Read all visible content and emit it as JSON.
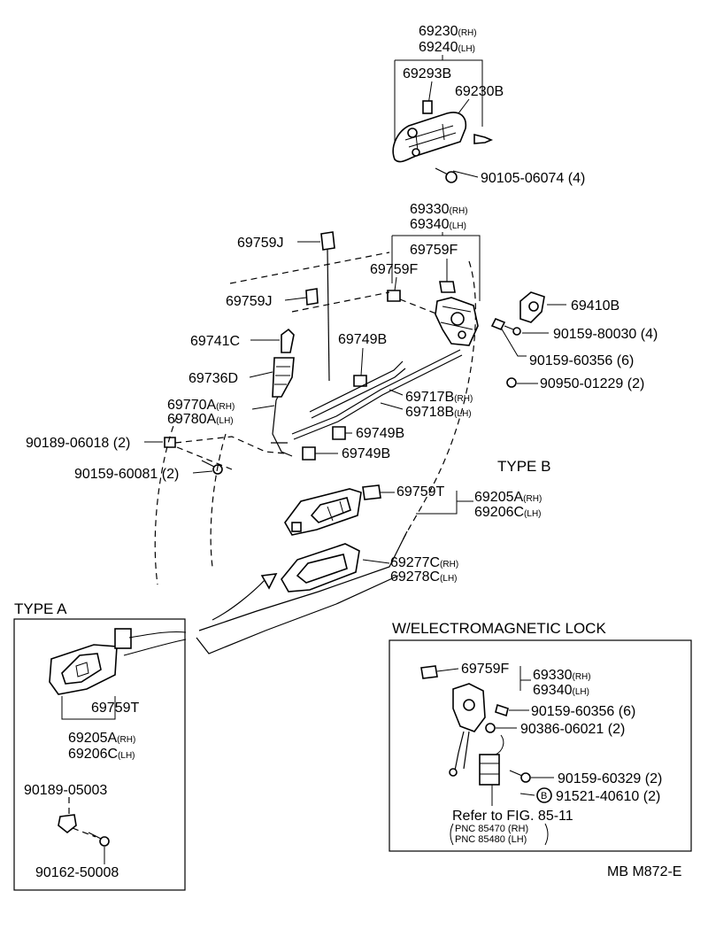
{
  "parts": {
    "outer_handle_rh": "69230",
    "outer_handle_rh_suffix": "(RH)",
    "outer_handle_lh": "69240",
    "outer_handle_lh_suffix": "(LH)",
    "p69293B": "69293B",
    "p69230B": "69230B",
    "p90105": "90105-06074 (4)",
    "lock_rh": "69330",
    "lock_rh_suffix": "(RH)",
    "lock_lh": "69340",
    "lock_lh_suffix": "(LH)",
    "p69759F_a": "69759F",
    "p69759F_b": "69759F",
    "p69759J_a": "69759J",
    "p69759J_b": "69759J",
    "p69741C": "69741C",
    "p69749B_a": "69749B",
    "p69736D": "69736D",
    "p69410B": "69410B",
    "p90159_80030": "90159-80030 (4)",
    "p90159_60356": "90159-60356 (6)",
    "p90950": "90950-01229 (2)",
    "rod_rh": "69717B",
    "rod_rh_suffix": "(RH)",
    "rod_lh": "69718B",
    "rod_lh_suffix": "(LH)",
    "cable_rh": "69770A",
    "cable_rh_suffix": "(RH)",
    "cable_lh": "69780A",
    "cable_lh_suffix": "(LH)",
    "p69749B_b": "69749B",
    "p69749B_c": "69749B",
    "p90189_06018": "90189-06018 (2)",
    "p90159_60081": "90159-60081 (2)",
    "p69759T": "69759T",
    "inner_rh": "69205A",
    "inner_rh_suffix": "(RH)",
    "inner_lh": "69206C",
    "inner_lh_suffix": "(LH)",
    "bezel_rh": "69277C",
    "bezel_rh_suffix": "(RH)",
    "bezel_lh": "69278C",
    "bezel_lh_suffix": "(LH)"
  },
  "type_b": {
    "title": "TYPE B"
  },
  "type_a": {
    "title": "TYPE A",
    "p69759T": "69759T",
    "inner_rh": "69205A",
    "inner_rh_suffix": "(RH)",
    "inner_lh": "69206C",
    "inner_lh_suffix": "(LH)",
    "p90189_05003": "90189-05003",
    "p90162": "90162-50008"
  },
  "electromagnetic": {
    "title": "W/ELECTROMAGNETIC LOCK",
    "p69759F": "69759F",
    "lock_rh": "69330",
    "lock_rh_suffix": "(RH)",
    "lock_lh": "69340",
    "lock_lh_suffix": "(LH)",
    "p90159_60356": "90159-60356 (6)",
    "p90386": "90386-06021 (2)",
    "p90159_60329": "90159-60329 (2)",
    "p91521_marker": "B",
    "p91521": "91521-40610 (2)",
    "refer": "Refer to FIG. 85-11",
    "pnc_rh": "PNC 85470 (RH)",
    "pnc_lh": "PNC 85480 (LH)"
  },
  "drawing_code": "MB M872-E"
}
